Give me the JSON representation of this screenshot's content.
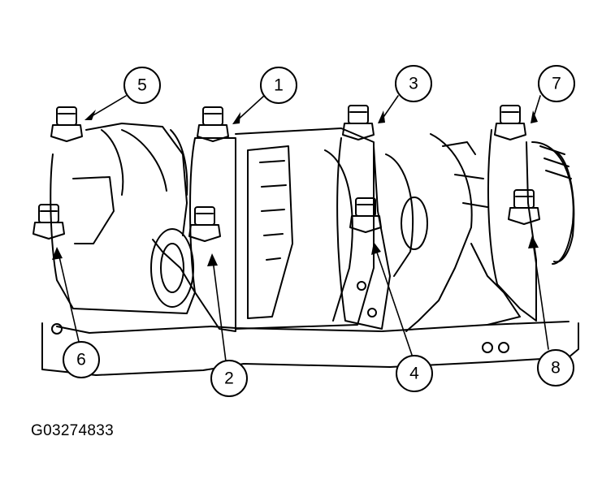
{
  "figure": {
    "id_label": "G03274833"
  },
  "callouts": [
    {
      "key": "c5",
      "label": "5"
    },
    {
      "key": "c1",
      "label": "1"
    },
    {
      "key": "c3",
      "label": "3"
    },
    {
      "key": "c7",
      "label": "7"
    },
    {
      "key": "c6",
      "label": "6"
    },
    {
      "key": "c2",
      "label": "2"
    },
    {
      "key": "c4",
      "label": "4"
    },
    {
      "key": "c8",
      "label": "8"
    }
  ],
  "icons": {
    "bolt": "bolt-icon",
    "arrow": "arrow-icon"
  }
}
